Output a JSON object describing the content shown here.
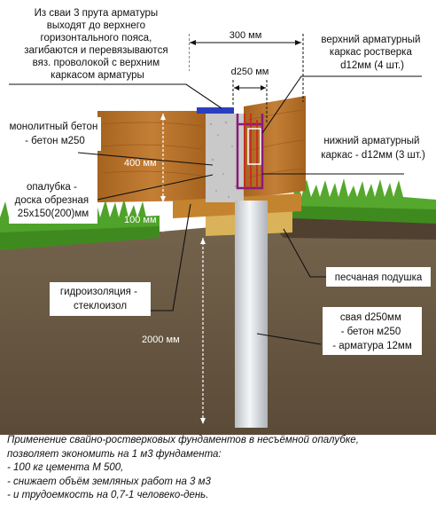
{
  "labels": {
    "rebar_bend": [
      "Из сваи 3 прута арматуры",
      "выходят до верхнего",
      "горизонтального пояса,",
      "загибаются и перевязываются",
      "вяз. проволокой с верхним",
      "каркасом арматуры"
    ],
    "top_cage": [
      "верхний арматурный",
      "каркас ростверка",
      "d12мм (4 шт.)"
    ],
    "concrete": [
      "монолитный бетон",
      "- бетон м250"
    ],
    "lower_cage": [
      "нижний арматурный",
      "каркас - d12мм (3 шт.)"
    ],
    "formwork": [
      "опалубка -",
      "доска обрезная",
      "25х150(200)мм"
    ],
    "sand": "песчаная подушка",
    "waterproof": [
      "гидроизоляция -",
      "стеклоизол"
    ],
    "pile": [
      "свая d250мм",
      "- бетон м250",
      "- арматура 12мм"
    ]
  },
  "dimensions": {
    "width_300": "300 мм",
    "pile_d250": "d250 мм",
    "h_400": "400 мм",
    "h_100": "100 мм",
    "depth_2000": "2000 мм"
  },
  "caption": {
    "intro": [
      "Применение свайно-ростверковых фундаментов в несъёмной опалубке,",
      "позволяет экономить на 1 м3 фундамента:"
    ],
    "items": [
      "- 100 кг цемента М 500,",
      "- снижает объём земляных работ на 3 м3",
      "- и трудоемкость на 0,7-1 человеко-день."
    ]
  },
  "colors": {
    "sky": "#ffffff",
    "soil": "#6b5a44",
    "grass": "#3f8a1f",
    "wood": "#b8742f",
    "concrete": "#c8c8c8",
    "pile": "#e9ecef",
    "rebar": "#8a1a7a",
    "top_bar": "#2a3fbf",
    "sand": "#d9b25a"
  }
}
